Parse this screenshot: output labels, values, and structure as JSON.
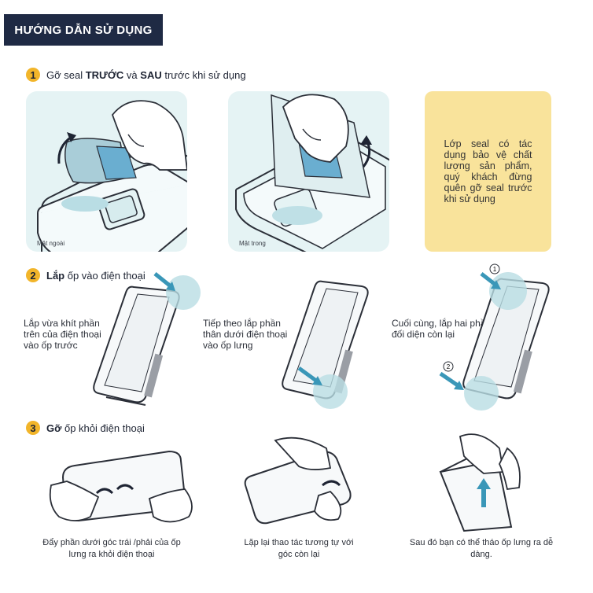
{
  "header": {
    "title": "HƯỚNG DẪN SỬ DỤNG"
  },
  "step1": {
    "number": "1",
    "title_prefix": "Gỡ seal ",
    "title_bold1": "TRƯỚC",
    "title_mid": " và ",
    "title_bold2": "SAU",
    "title_suffix": " trước khi sử dụng",
    "caption_left": "Mặt ngoài",
    "caption_right": "Mặt trong",
    "note": "Lớp seal có tác dụng bảo vệ chất lượng sản phẩm, quý khách đừng quên gỡ seal trước khi sử dụng"
  },
  "step2": {
    "number": "2",
    "title_bold": "Lắp",
    "title_rest": " ốp vào điện thoại",
    "inst1": "Lắp vừa khít phần trên của điện thoại vào ốp trước",
    "inst2": "Tiếp theo lắp phần thân dưới điện thoại vào ốp lưng",
    "inst3": "Cuối cùng, lắp hai phần đối diện còn lại",
    "marker1": "1",
    "marker2": "2"
  },
  "step3": {
    "number": "3",
    "title_bold": "Gỡ",
    "title_rest": " ốp khỏi điện thoại",
    "cap1": "Đẩy phần dưới góc trái /phải của ốp lưng ra khỏi điện thoại",
    "cap2": "Lặp lại thao tác tương tự với góc còn lại",
    "cap3": "Sau đó bạn có thể tháo ốp lưng ra dễ dàng."
  },
  "colors": {
    "header_bg": "#1f2a44",
    "step_badge": "#f2b52a",
    "panel_bg": "#e5f3f4",
    "note_bg": "#f9e39b",
    "accent_blue": "#3a97b8"
  }
}
